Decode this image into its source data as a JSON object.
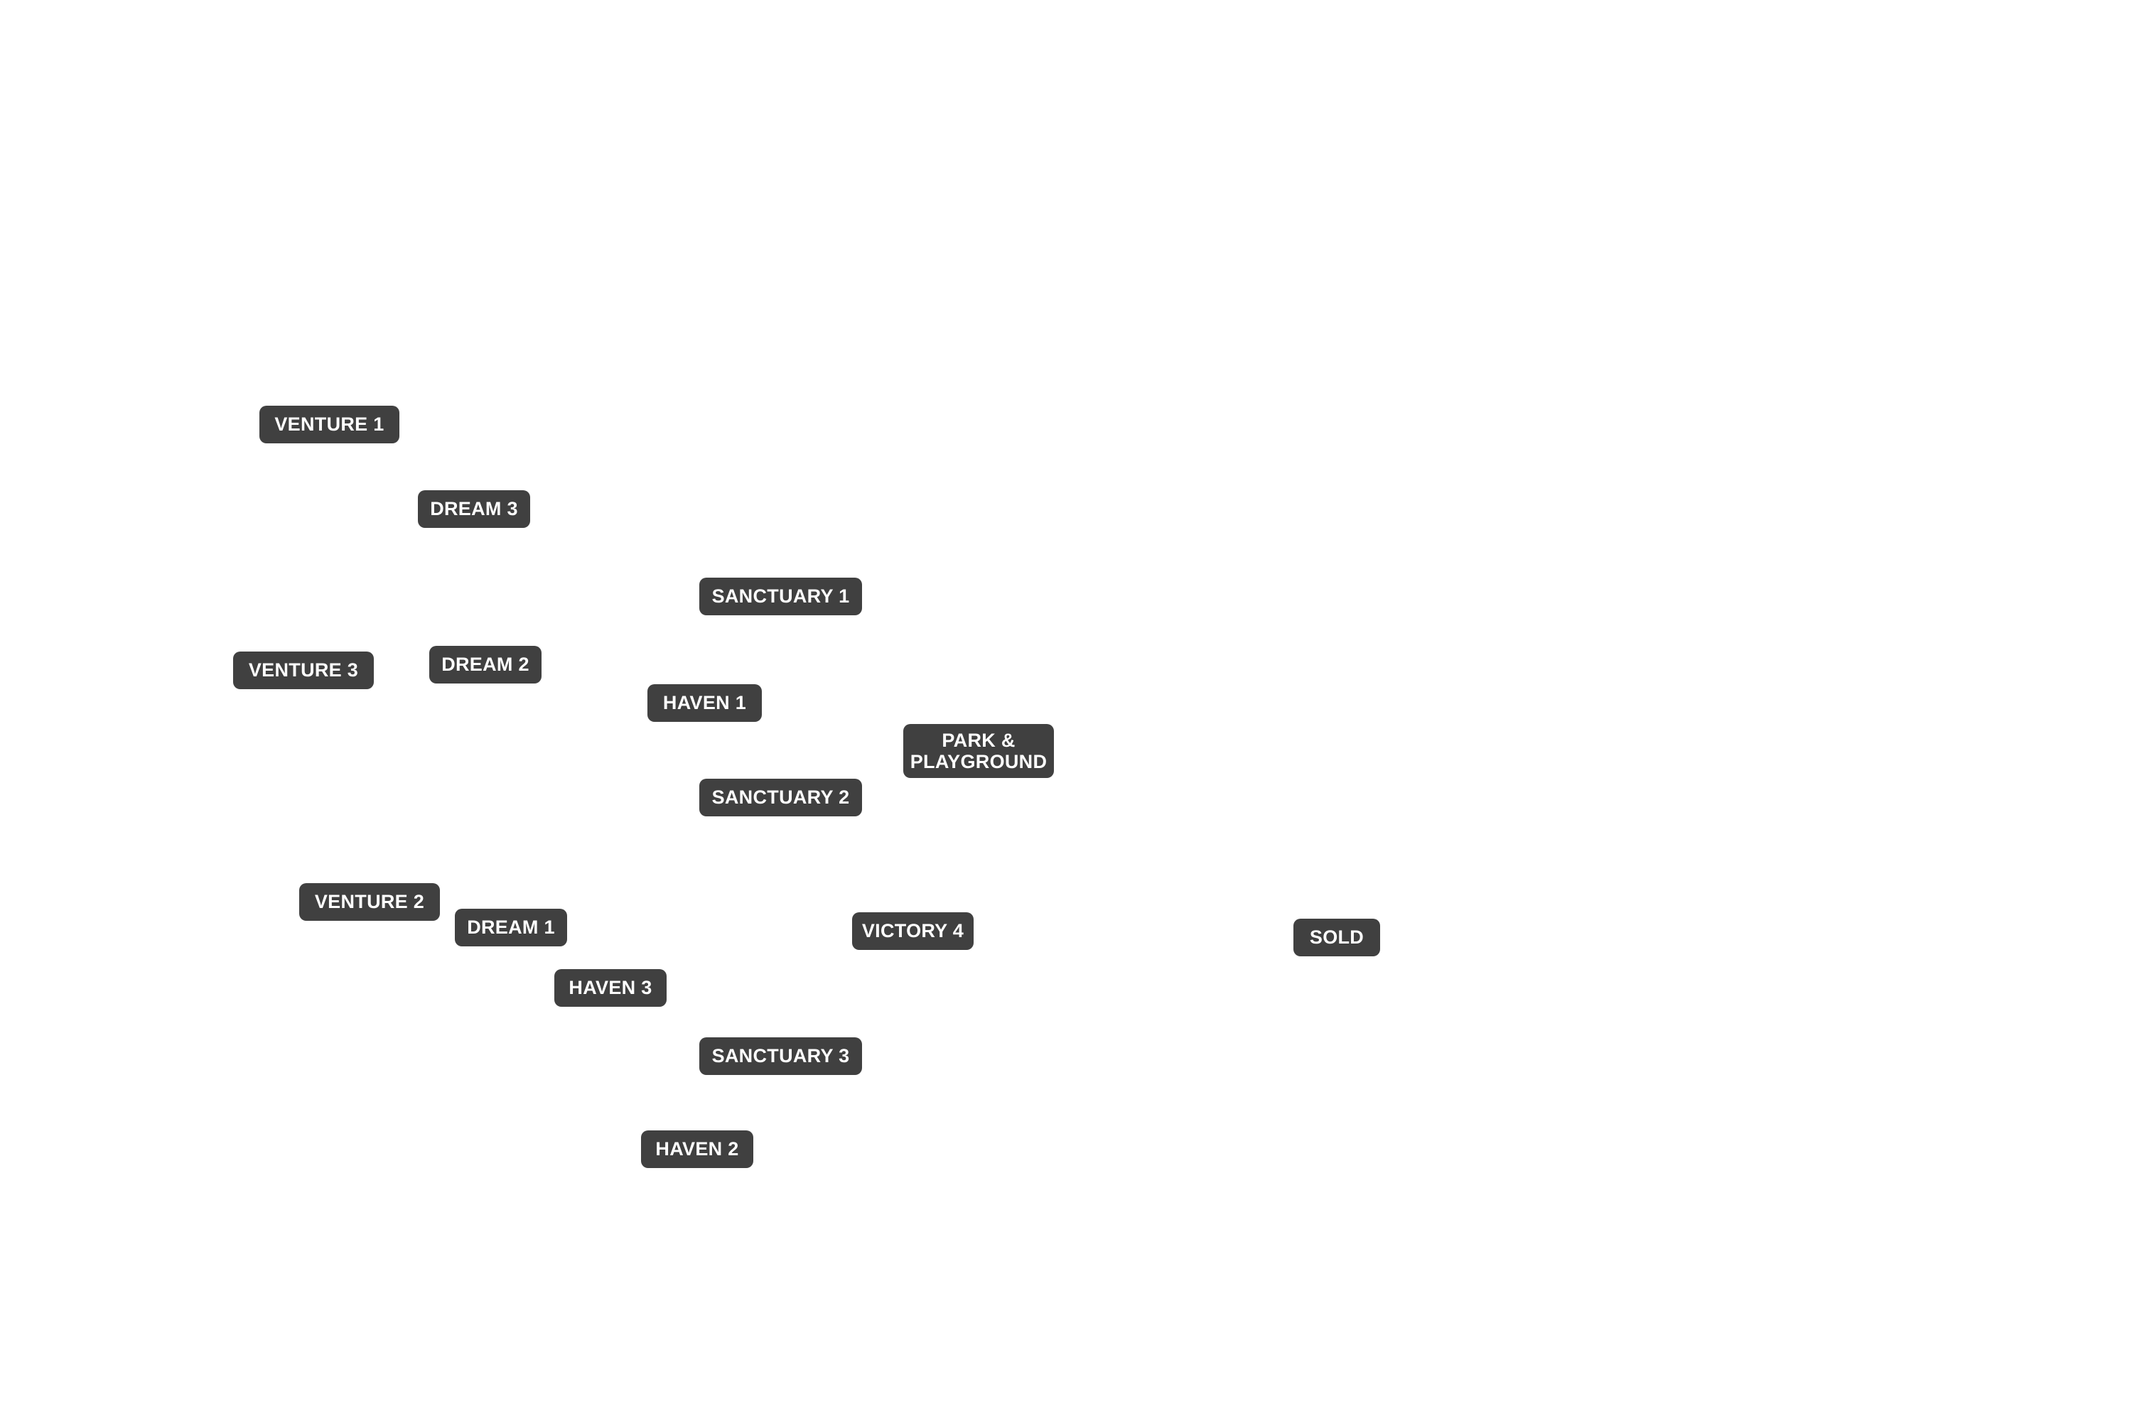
{
  "map": {
    "background_color": "#ffffff",
    "label_color": "#404040",
    "label_text_color": "#ffffff",
    "labels": {
      "venture_1": "VENTURE 1",
      "dream_3": "DREAM 3",
      "sanctuary_1": "SANCTUARY 1",
      "venture_3": "VENTURE 3",
      "dream_2": "DREAM 2",
      "haven_1": "HAVEN 1",
      "park_line_1": "PARK &",
      "park_line_2": "PLAYGROUND",
      "sanctuary_2": "SANCTUARY 2",
      "venture_2": "VENTURE 2",
      "dream_1": "DREAM 1",
      "victory_4": "VICTORY 4",
      "sold": "SOLD",
      "haven_3": "HAVEN 3",
      "sanctuary_3": "SANCTUARY 3",
      "haven_2": "HAVEN 2"
    }
  }
}
